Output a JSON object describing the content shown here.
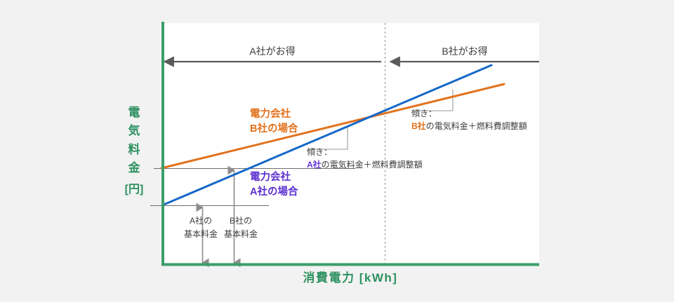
{
  "figure": {
    "background_color": "#f2f2f2",
    "plot_background_color": "#ffffff",
    "axis_color": "#3d9e6b",
    "y_axis_label_chars": [
      "電",
      "気",
      "料",
      "金"
    ],
    "y_axis_unit": "[円]",
    "x_axis_label": "消費電力 [kWh]"
  },
  "regions": {
    "left": {
      "label": "A社がお得"
    },
    "right": {
      "label": "B社がお得"
    }
  },
  "series_labels": {
    "company_b": {
      "line1": "電力会社",
      "line2": "B社の場合",
      "color": "#e2711b"
    },
    "company_a": {
      "line1": "電力会社",
      "line2": "A社の場合",
      "color": "#5b2fd0"
    }
  },
  "slope_notes": {
    "company_a": {
      "heading": "傾き：",
      "company": "A社",
      "rest": "の電気料金＋燃料費調整額"
    },
    "company_b": {
      "heading": "傾き：",
      "company": "B社",
      "rest": "の電気料金＋燃料費調整額"
    }
  },
  "basic_fees": {
    "company_a": {
      "line1": "A社の",
      "line2": "基本料金"
    },
    "company_b": {
      "line1": "B社の",
      "line2": "基本料金"
    }
  },
  "chart_data": {
    "type": "line",
    "title": "",
    "xlabel": "消費電力 [kWh]",
    "ylabel": "電気料金 [円]",
    "xlim": [
      0,
      100
    ],
    "ylim": [
      0,
      100
    ],
    "grid": false,
    "legend_position": "inline-annotation",
    "axis_ticks": {
      "x": [],
      "y": []
    },
    "series": [
      {
        "name": "電力会社A社の場合",
        "color": "#1668c8",
        "intercept_label": "A社の基本料金",
        "slope_label": "A社の電気料金＋燃料費調整額",
        "intercept": 24.6,
        "slope": 0.62,
        "x": [
          0,
          100
        ],
        "y": [
          24.6,
          86.6
        ]
      },
      {
        "name": "電力会社B社の場合",
        "color": "#e2711b",
        "intercept_label": "B社の基本料金",
        "slope_label": "B社の電気料金＋燃料費調整額",
        "intercept": 40.0,
        "slope": 0.365,
        "x": [
          0,
          100
        ],
        "y": [
          40.0,
          76.5
        ]
      }
    ],
    "crossover": {
      "x": 65.0,
      "y": 63.8,
      "marker": "dotted-vertical-line"
    },
    "annotations": [
      {
        "text": "A社がお得",
        "region": [
          0,
          65
        ],
        "type": "double-region-arrow"
      },
      {
        "text": "B社がお得",
        "region": [
          65,
          100
        ],
        "type": "double-region-arrow"
      }
    ]
  }
}
